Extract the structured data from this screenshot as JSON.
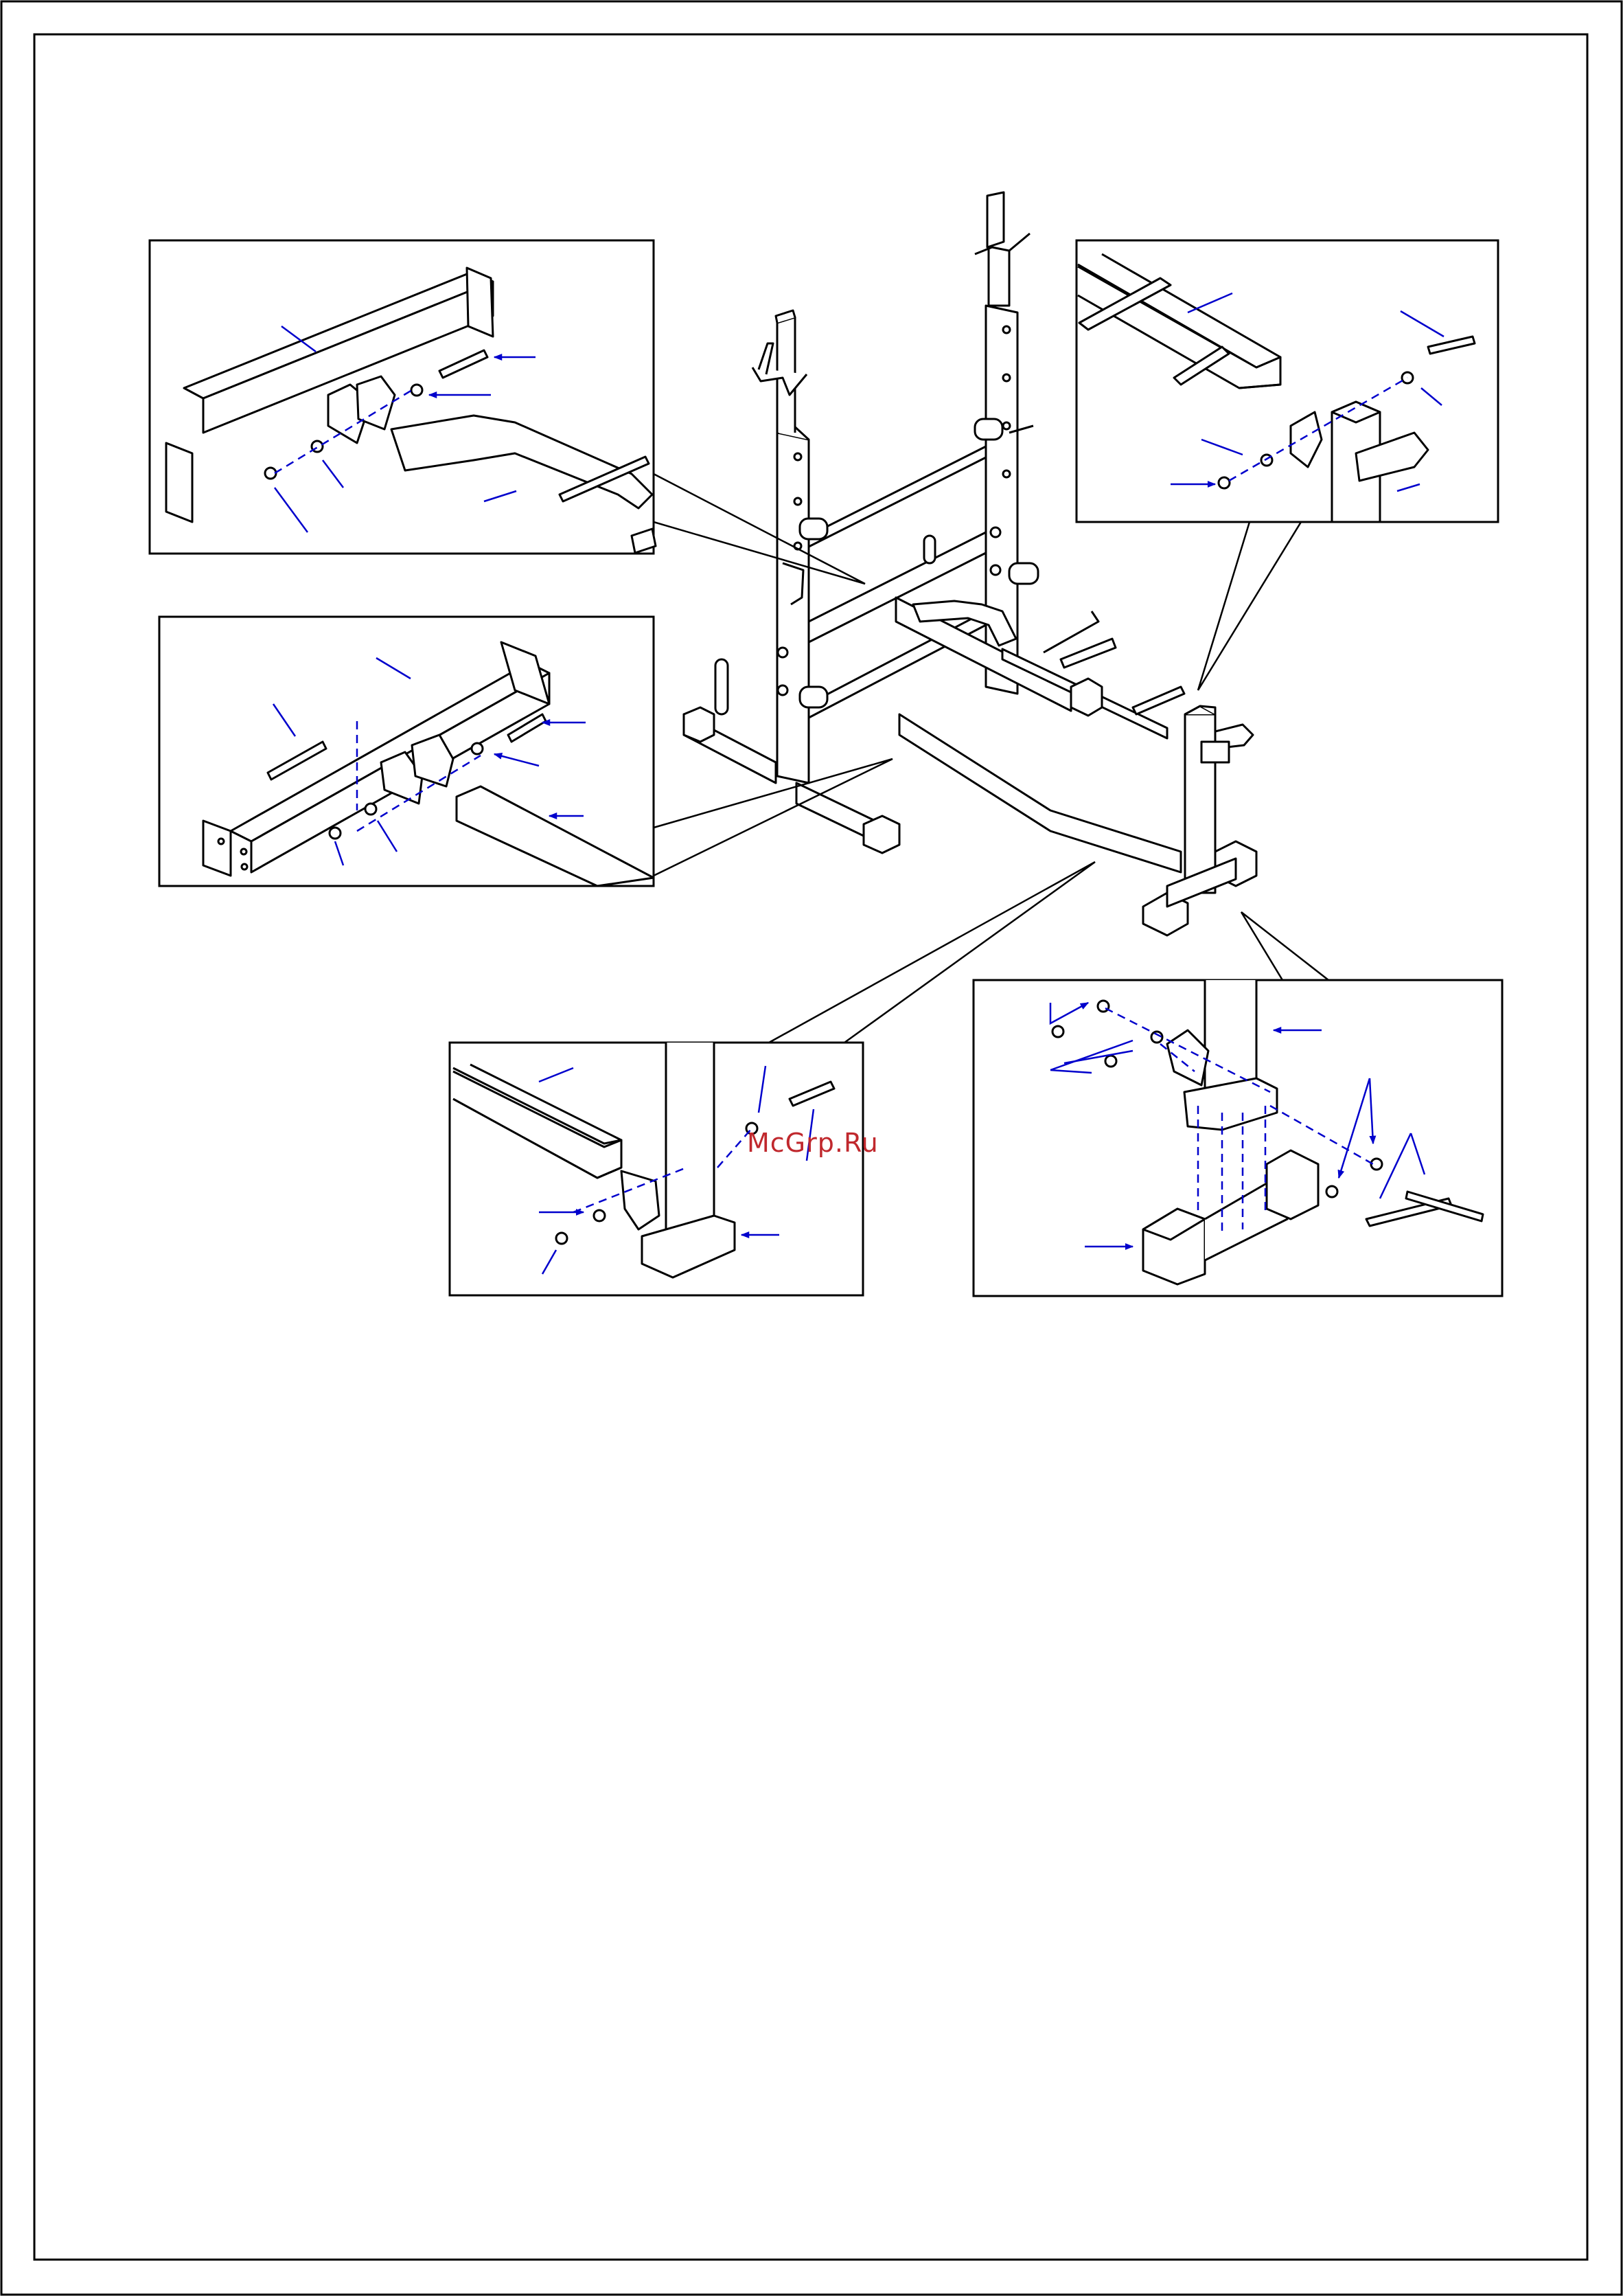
{
  "document": {
    "type": "assembly-diagram",
    "watermark": "McGrp.Ru",
    "colors": {
      "line": "#000000",
      "arrow": "#0000cc",
      "watermark": "#c0282d",
      "background": "#ffffff"
    },
    "callouts": [
      {
        "name": "detail-top-left"
      },
      {
        "name": "detail-middle-left"
      },
      {
        "name": "detail-top-right"
      },
      {
        "name": "detail-bottom-center"
      },
      {
        "name": "detail-bottom-right"
      }
    ]
  }
}
